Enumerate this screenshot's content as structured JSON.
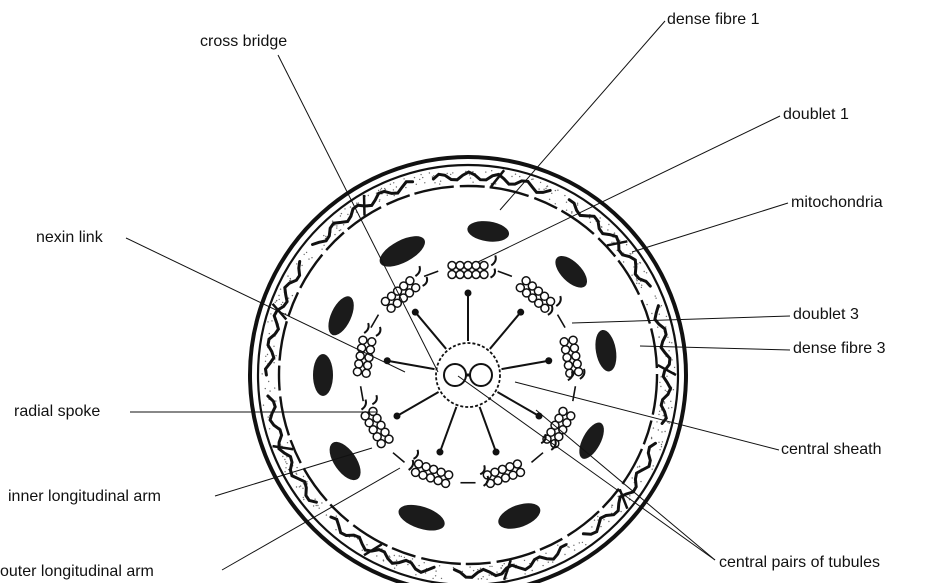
{
  "diagram": {
    "subject": "cross section",
    "labels": {
      "dense_fibre_1": "dense fibre 1",
      "cross_bridge": "cross bridge",
      "doublet_1": "doublet 1",
      "mitochondria": "mitochondria",
      "nexin_link": "nexin link",
      "doublet_3": "doublet 3",
      "dense_fibre_3": "dense fibre 3",
      "radial_spoke": "radial spoke",
      "central_sheath": "central sheath",
      "inner_longitudinal_arm": "inner longitudinal arm",
      "outer_longitudinal_arm": "outer longitudinal arm",
      "central_pairs_of_tubules": "central pairs of tubules"
    },
    "counts": {
      "doublets": 9,
      "mitochondria_profiles": 10,
      "central_tubules": 2
    },
    "colors": {
      "ink": "#111111",
      "mito": "#1b1b1b",
      "stipple": "#6a6a6a",
      "background": "#ffffff"
    }
  }
}
